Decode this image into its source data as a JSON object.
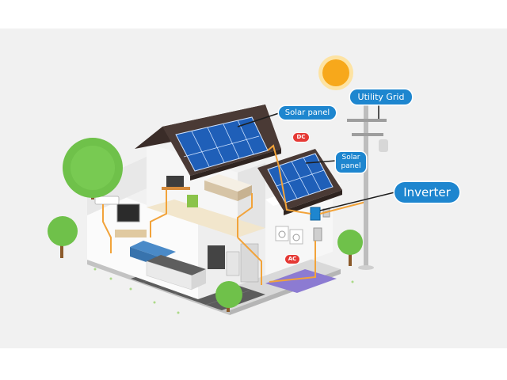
{
  "labels": {
    "solar_panel_roof": "Solar panel",
    "solar_panel_garage": "Solar\npanel",
    "utility_grid": "Utility Grid",
    "inverter": "Inverter",
    "dc": "DC",
    "ac": "AC"
  },
  "colors": {
    "callout": "#1e86cf",
    "tag": "#e53935",
    "wire": "#f2a33a",
    "panel": "#1f5fb8",
    "roof": "#4a3a35",
    "tree": "#6fc14a",
    "sun": "#f7a81b"
  }
}
